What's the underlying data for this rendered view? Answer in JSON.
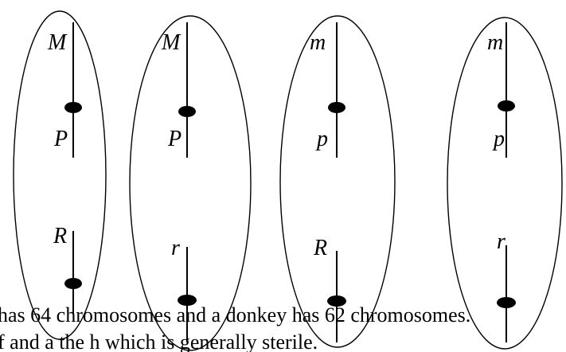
{
  "cells": [
    {
      "upper_top": "M",
      "upper_bottom": "P",
      "lower": "R"
    },
    {
      "upper_top": "M",
      "upper_bottom": "P",
      "lower": "r"
    },
    {
      "upper_top": "m",
      "upper_bottom": "p",
      "lower": "R"
    },
    {
      "upper_top": "m",
      "upper_bottom": "p",
      "lower": "r"
    }
  ],
  "caption": {
    "line1": "has 64 chromosomes and a donkey has 62 chromosomes.",
    "line2": "f   and a   the   h   which is generally sterile."
  }
}
